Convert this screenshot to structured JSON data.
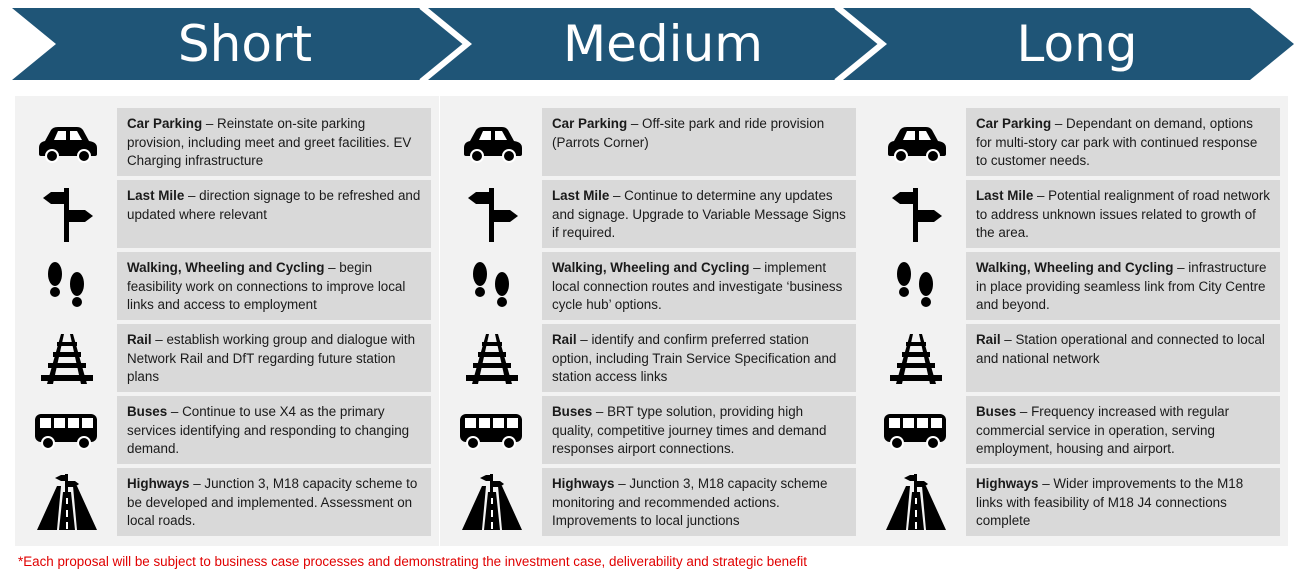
{
  "colors": {
    "banner": "#1f5577",
    "panel": "#f2f2f2",
    "box": "#d9d9d9",
    "footnote": "#e00000"
  },
  "phases": [
    "Short",
    "Medium",
    "Long"
  ],
  "columns": [
    {
      "phase": "Short",
      "rows": [
        {
          "icon": "car-icon",
          "title": "Car Parking",
          "text": " – Reinstate on-site parking provision, including meet and greet facilities.  EV Charging infrastructure"
        },
        {
          "icon": "signpost-icon",
          "title": "Last Mile",
          "text": " – direction signage to be refreshed and updated where relevant"
        },
        {
          "icon": "footprints-icon",
          "title": "Walking, Wheeling and Cycling",
          "text": " – begin feasibility work on connections to improve local links and access to employment"
        },
        {
          "icon": "rail-track-icon",
          "title": "Rail",
          "text": " – establish working group and dialogue with Network Rail and DfT regarding future station plans"
        },
        {
          "icon": "bus-icon",
          "title": "Buses",
          "text": " – Continue to use X4 as the primary services identifying and responding to changing demand."
        },
        {
          "icon": "highway-icon",
          "title": "Highways",
          "text": " – Junction 3, M18 capacity scheme to be developed and implemented.  Assessment on local roads."
        }
      ]
    },
    {
      "phase": "Medium",
      "rows": [
        {
          "icon": "car-icon",
          "title": "Car Parking",
          "text": " – Off-site park and ride provision (Parrots Corner)"
        },
        {
          "icon": "signpost-icon",
          "title": "Last Mile",
          "text": " – Continue to determine any updates and signage.  Upgrade to Variable Message Signs if required."
        },
        {
          "icon": "footprints-icon",
          "title": "Walking, Wheeling and Cycling",
          "text": " – implement local connection routes and investigate ‘business cycle hub’ options."
        },
        {
          "icon": "rail-track-icon",
          "title": "Rail",
          "text": " – identify and confirm preferred station option, including Train Service Specification and station access links"
        },
        {
          "icon": "bus-icon",
          "title": "Buses",
          "text": " – BRT type solution, providing high quality, competitive journey times and demand responses airport connections."
        },
        {
          "icon": "highway-icon",
          "title": "Highways",
          "text": " – Junction 3, M18 capacity scheme monitoring and recommended actions.  Improvements to local junctions"
        }
      ]
    },
    {
      "phase": "Long",
      "rows": [
        {
          "icon": "car-icon",
          "title": "Car Parking",
          "text": " – Dependant on demand, options for multi-story car park with continued response to customer needs."
        },
        {
          "icon": "signpost-icon",
          "title": "Last Mile",
          "text": " – Potential realignment of road network to address unknown issues related to growth of the area."
        },
        {
          "icon": "footprints-icon",
          "title": "Walking, Wheeling and Cycling",
          "text": " – infrastructure in place providing seamless link from City Centre  and beyond."
        },
        {
          "icon": "rail-track-icon",
          "title": "Rail",
          "text": " – Station operational and connected to local and national network"
        },
        {
          "icon": "bus-icon",
          "title": "Buses",
          "text": " – Frequency increased with regular commercial service in operation, serving employment, housing and airport."
        },
        {
          "icon": "highway-icon",
          "title": "Highways",
          "text": " – Wider improvements to the M18 links with feasibility of M18 J4 connections complete"
        }
      ]
    }
  ],
  "footnote": "*Each proposal will be subject to business case processes and demonstrating the investment case, deliverability and strategic benefit"
}
